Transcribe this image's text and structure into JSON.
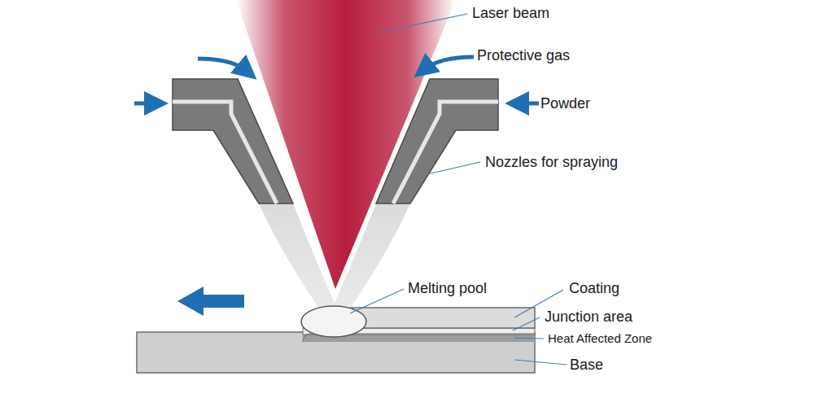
{
  "diagram": {
    "labels": [
      "Laser beam",
      "Protective gas",
      "Powder",
      "Nozzles for spraying",
      "Melting pool",
      "Coating",
      "Junction area",
      "Heat Affected Zone",
      "Base"
    ]
  }
}
